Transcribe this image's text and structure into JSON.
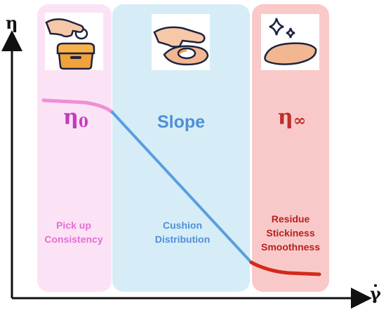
{
  "axes": {
    "y_symbol": "η",
    "x_symbol": "γ"
  },
  "regions": {
    "left": {
      "title_main": "η",
      "title_sub": "0",
      "lines": [
        "Pick up",
        "Consistency"
      ],
      "color": "#e36fd2",
      "background": "#fbe3f5"
    },
    "middle": {
      "title": "Slope",
      "lines": [
        "Cushion",
        "Distribution"
      ],
      "color": "#4f8fd6",
      "background": "#d6edf7"
    },
    "right": {
      "title_main": "η",
      "title_sub": "∞",
      "lines": [
        "Residue",
        "Stickiness",
        "Smoothness"
      ],
      "color": "#b81f1f",
      "background": "#f9c9c9"
    }
  },
  "curve_colors": {
    "plateau_zero": "#ef8ed9",
    "slope": "#5b9ee0",
    "plateau_infinite": "#d22a1a"
  },
  "icons": [
    "cream-jar-pickup-icon",
    "cream-on-hand-icon",
    "sparkle-skin-icon"
  ]
}
